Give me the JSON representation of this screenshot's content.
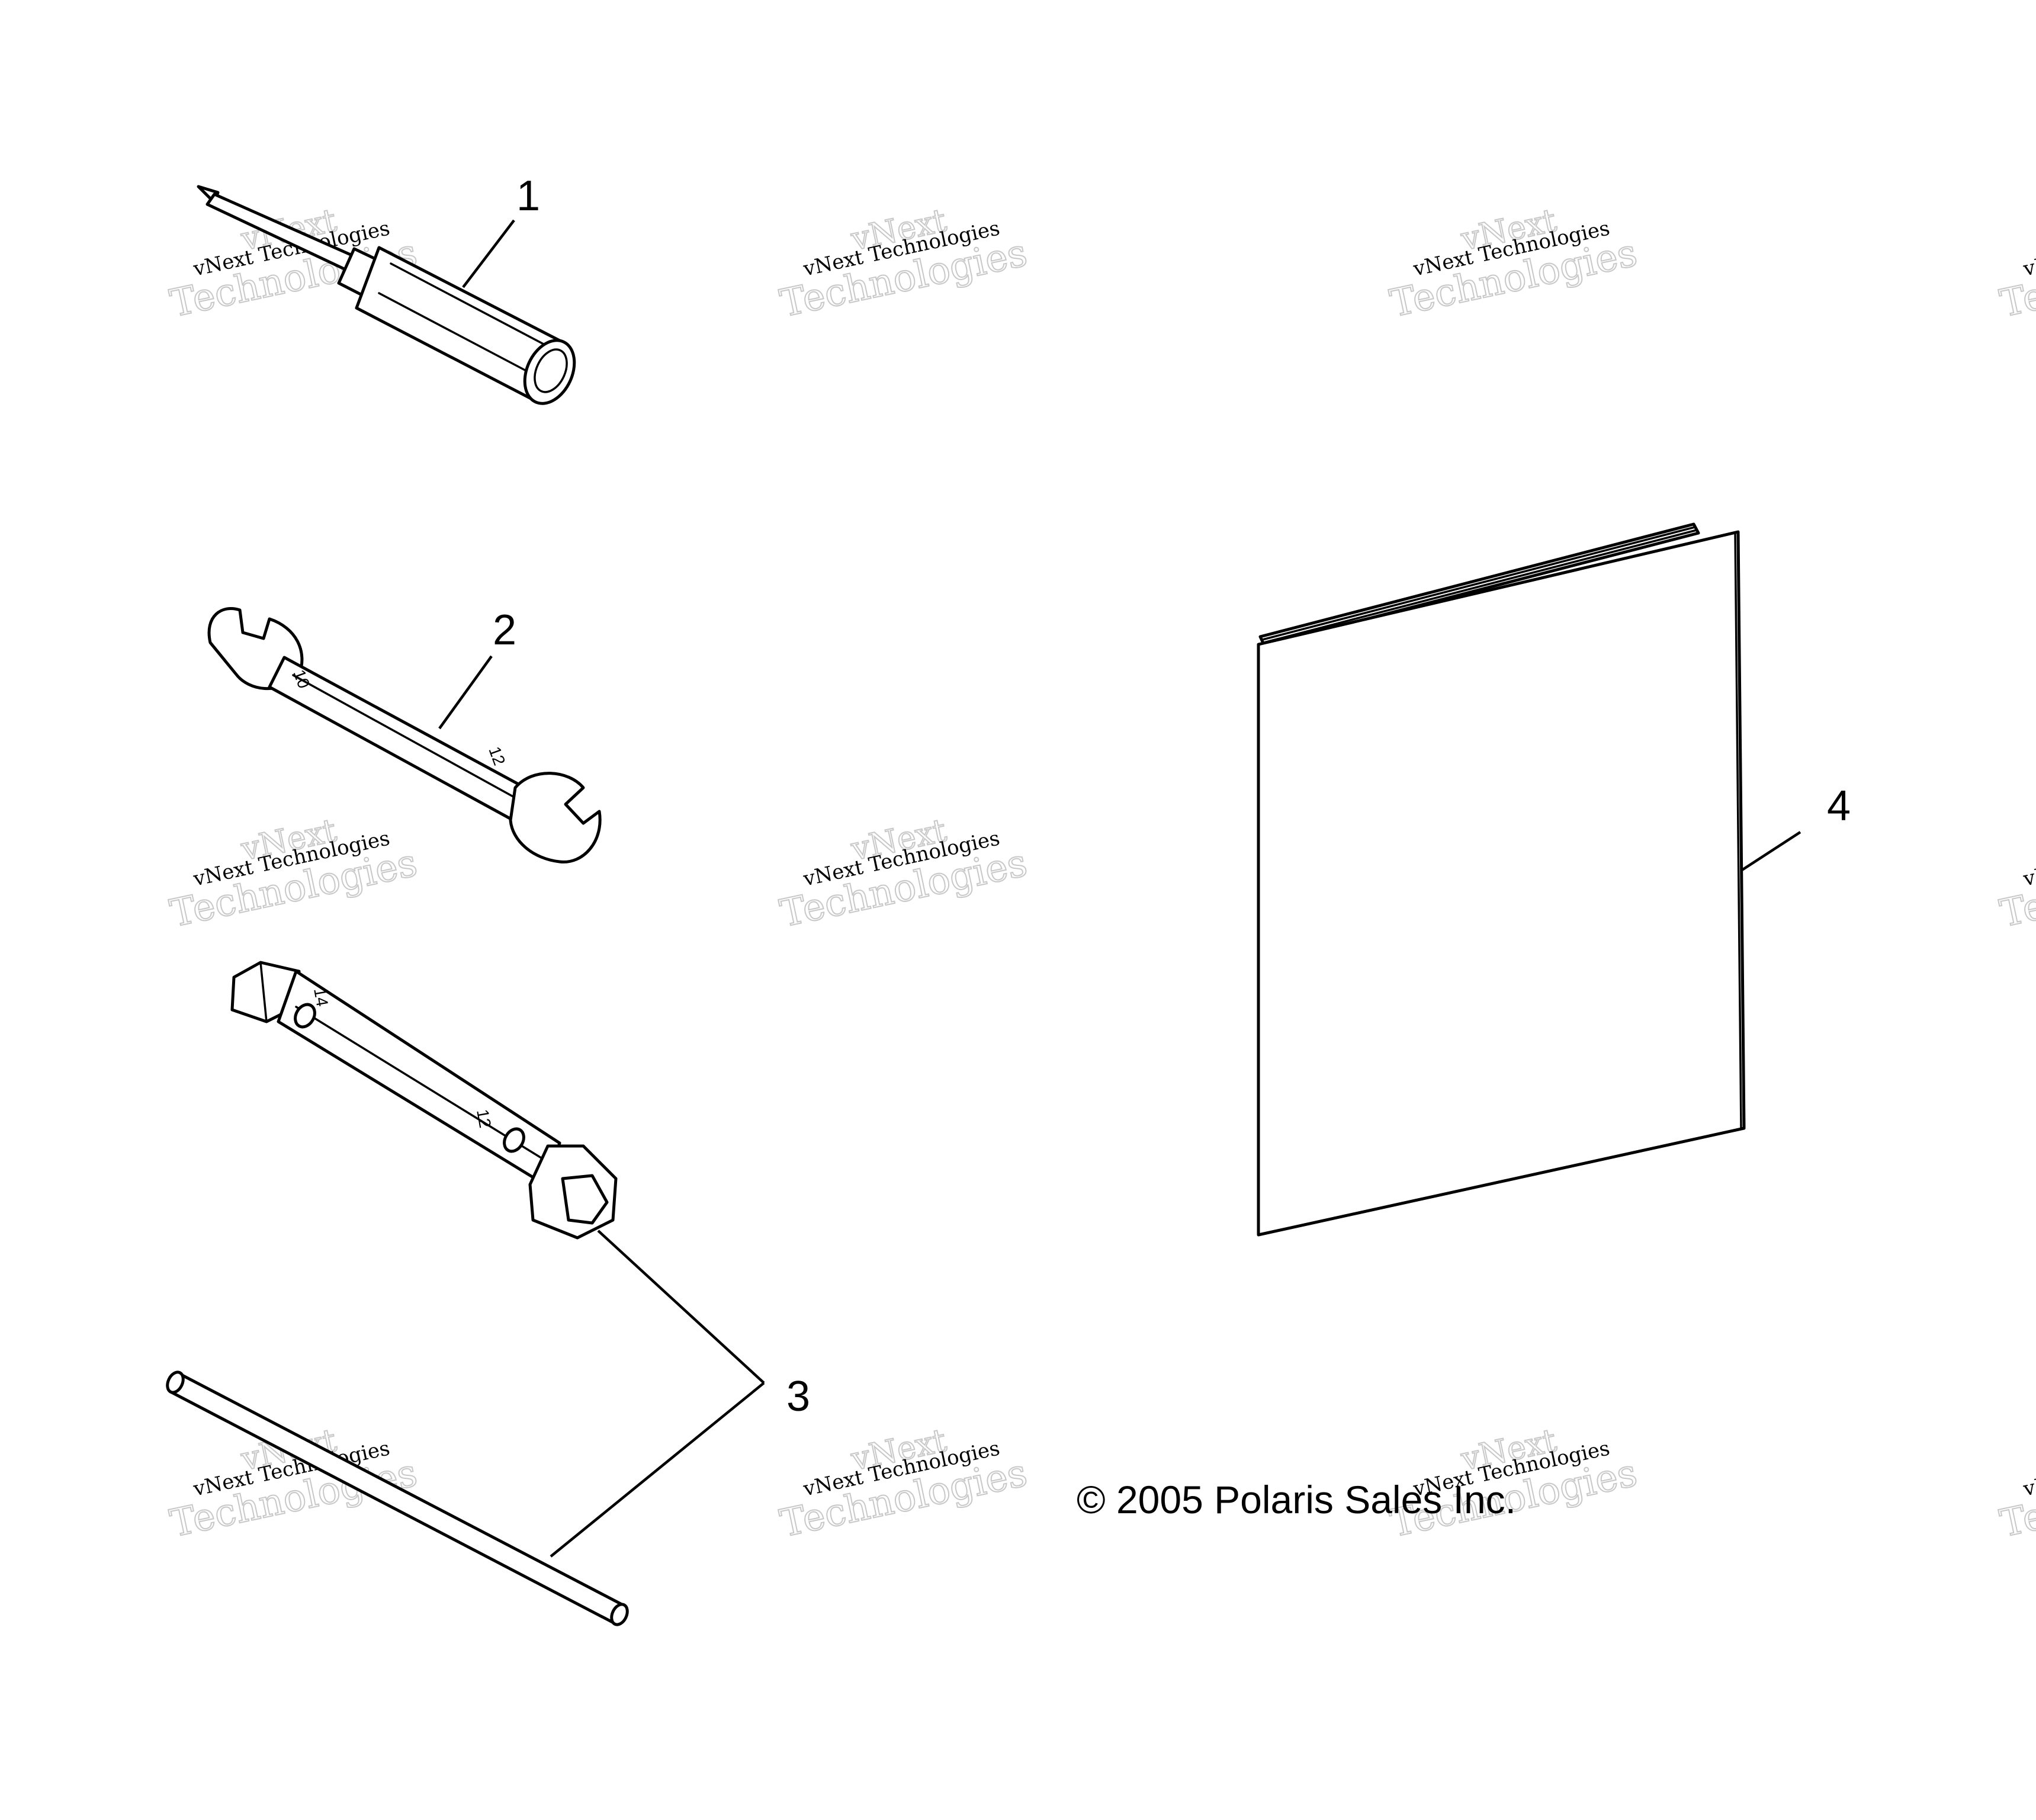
{
  "callouts": [
    "1",
    "2",
    "3",
    "4"
  ],
  "copyright": "© 2005 Polaris Sales Inc.",
  "watermark": {
    "small": "vNext Technologies",
    "outline_top": "vNext",
    "outline_bottom": "Technologies"
  },
  "engravings": {
    "wrench_small": "10",
    "wrench_large": "12",
    "socket_large": "14",
    "socket_small": "12"
  }
}
